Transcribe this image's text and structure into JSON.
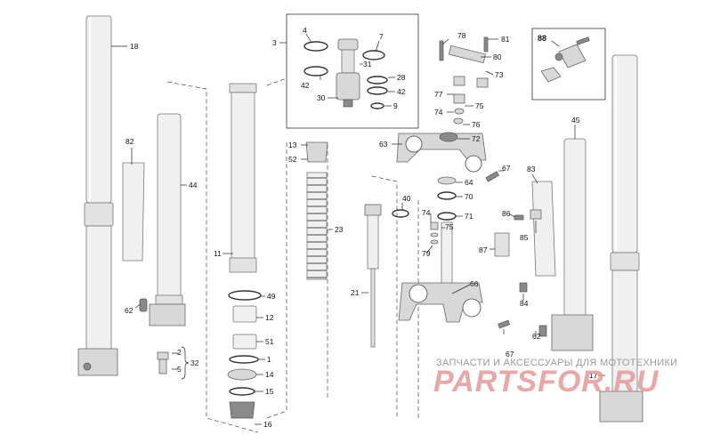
{
  "labels": {
    "l18": "18",
    "l82": "82",
    "l44": "44",
    "l62a": "62",
    "l2": "2",
    "l5": "5",
    "l32": "32",
    "l11": "11",
    "l49": "49",
    "l12": "12",
    "l51": "51",
    "l1": "1",
    "l14": "14",
    "l15": "15",
    "l16": "16",
    "l3": "3",
    "l4": "4",
    "l7": "7",
    "l31": "31",
    "l28": "28",
    "l42a": "42",
    "l42b": "42",
    "l30": "30",
    "l9": "9",
    "l13": "13",
    "l52": "52",
    "l23": "23",
    "l21": "21",
    "l40": "40",
    "l78": "78",
    "l81": "81",
    "l80": "80",
    "l73": "73",
    "l77": "77",
    "l75a": "75",
    "l74a": "74",
    "l76": "76",
    "l72": "72",
    "l63": "63",
    "l67a": "67",
    "l64": "64",
    "l70": "70",
    "l71": "71",
    "l74b": "74",
    "l75b": "75",
    "l79": "79",
    "l66": "66",
    "l67b": "67",
    "l88": "88",
    "l45": "45",
    "l83": "83",
    "l86": "86",
    "l85": "85",
    "l87": "87",
    "l84": "84",
    "l62b": "62",
    "l17": "17"
  },
  "watermark": {
    "caption": "ЗАПЧАСТИ И АКСЕССУАРЫ ДЛЯ МОТОТЕХНИКИ",
    "logo": "PARTSFOR.RU"
  },
  "colors": {
    "line": "#222222",
    "tube": "#f0f0f0",
    "watermark": "#e59a9a"
  }
}
